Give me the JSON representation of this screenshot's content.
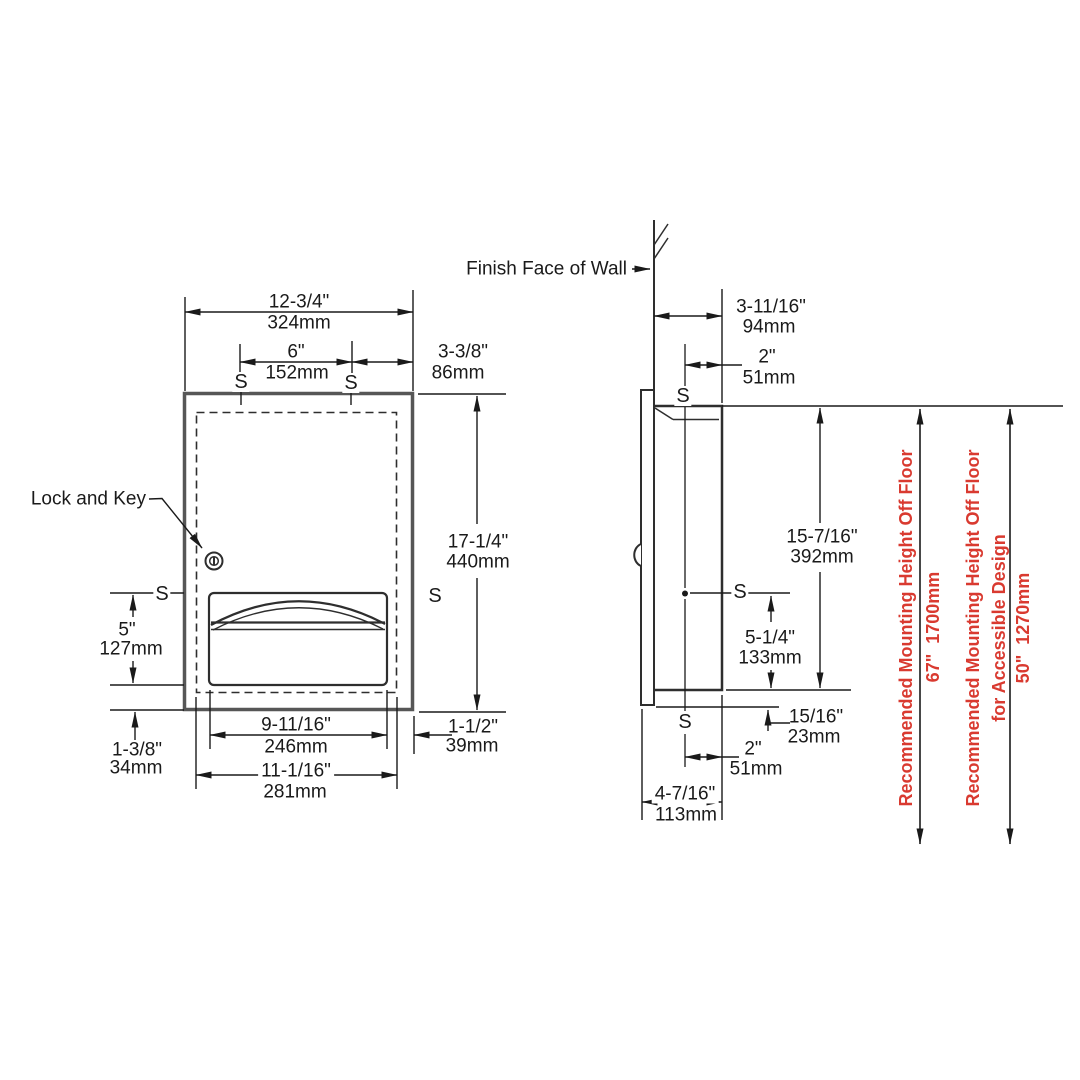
{
  "drawing": {
    "type": "installation-dimension-drawing",
    "views": [
      "front",
      "side"
    ]
  },
  "callouts": {
    "lock_and_key": "Lock and Key",
    "finish_face_of_wall": "Finish Face of Wall",
    "stud_marker": "S"
  },
  "front_view": {
    "overall_width": {
      "in": "12-3/4\"",
      "mm": "324mm"
    },
    "stud_spacing": {
      "in": "6\"",
      "mm": "152mm"
    },
    "stud_to_edge": {
      "in": "3-3/8\"",
      "mm": "86mm"
    },
    "overall_height": {
      "in": "17-1/4\"",
      "mm": "440mm"
    },
    "tray_height": {
      "in": "5\"",
      "mm": "127mm"
    },
    "bottom_margin": {
      "in": "1-3/8\"",
      "mm": "34mm"
    },
    "tray_width": {
      "in": "9-11/16\"",
      "mm": "246mm"
    },
    "tray_to_edge": {
      "in": "1-1/2\"",
      "mm": "39mm"
    },
    "opening_width": {
      "in": "11-1/16\"",
      "mm": "281mm"
    }
  },
  "side_view": {
    "overall_depth": {
      "in": "3-11/16\"",
      "mm": "94mm"
    },
    "stud_to_face_top": {
      "in": "2\"",
      "mm": "51mm"
    },
    "top_to_slot": {
      "in": "15-7/16\"",
      "mm": "392mm"
    },
    "slot_to_bottom": {
      "in": "5-1/4\"",
      "mm": "133mm"
    },
    "flange_overlap": {
      "in": "15/16\"",
      "mm": "23mm"
    },
    "stud_to_face_bottom": {
      "in": "2\"",
      "mm": "51mm"
    },
    "recess_depth": {
      "in": "4-7/16\"",
      "mm": "113mm"
    }
  },
  "mounting_heights": {
    "standard": {
      "label": "Recommended Mounting Height Off Floor",
      "value": "67\"  1700mm"
    },
    "accessible": {
      "label_line1": "Recommended Mounting Height Off Floor",
      "label_line2": "for Accessible Design",
      "value": "50\"  1270mm"
    }
  },
  "colors": {
    "line": "#1a1a1a",
    "object_line": "#565656",
    "red": "#d93a30",
    "background": "#ffffff"
  }
}
